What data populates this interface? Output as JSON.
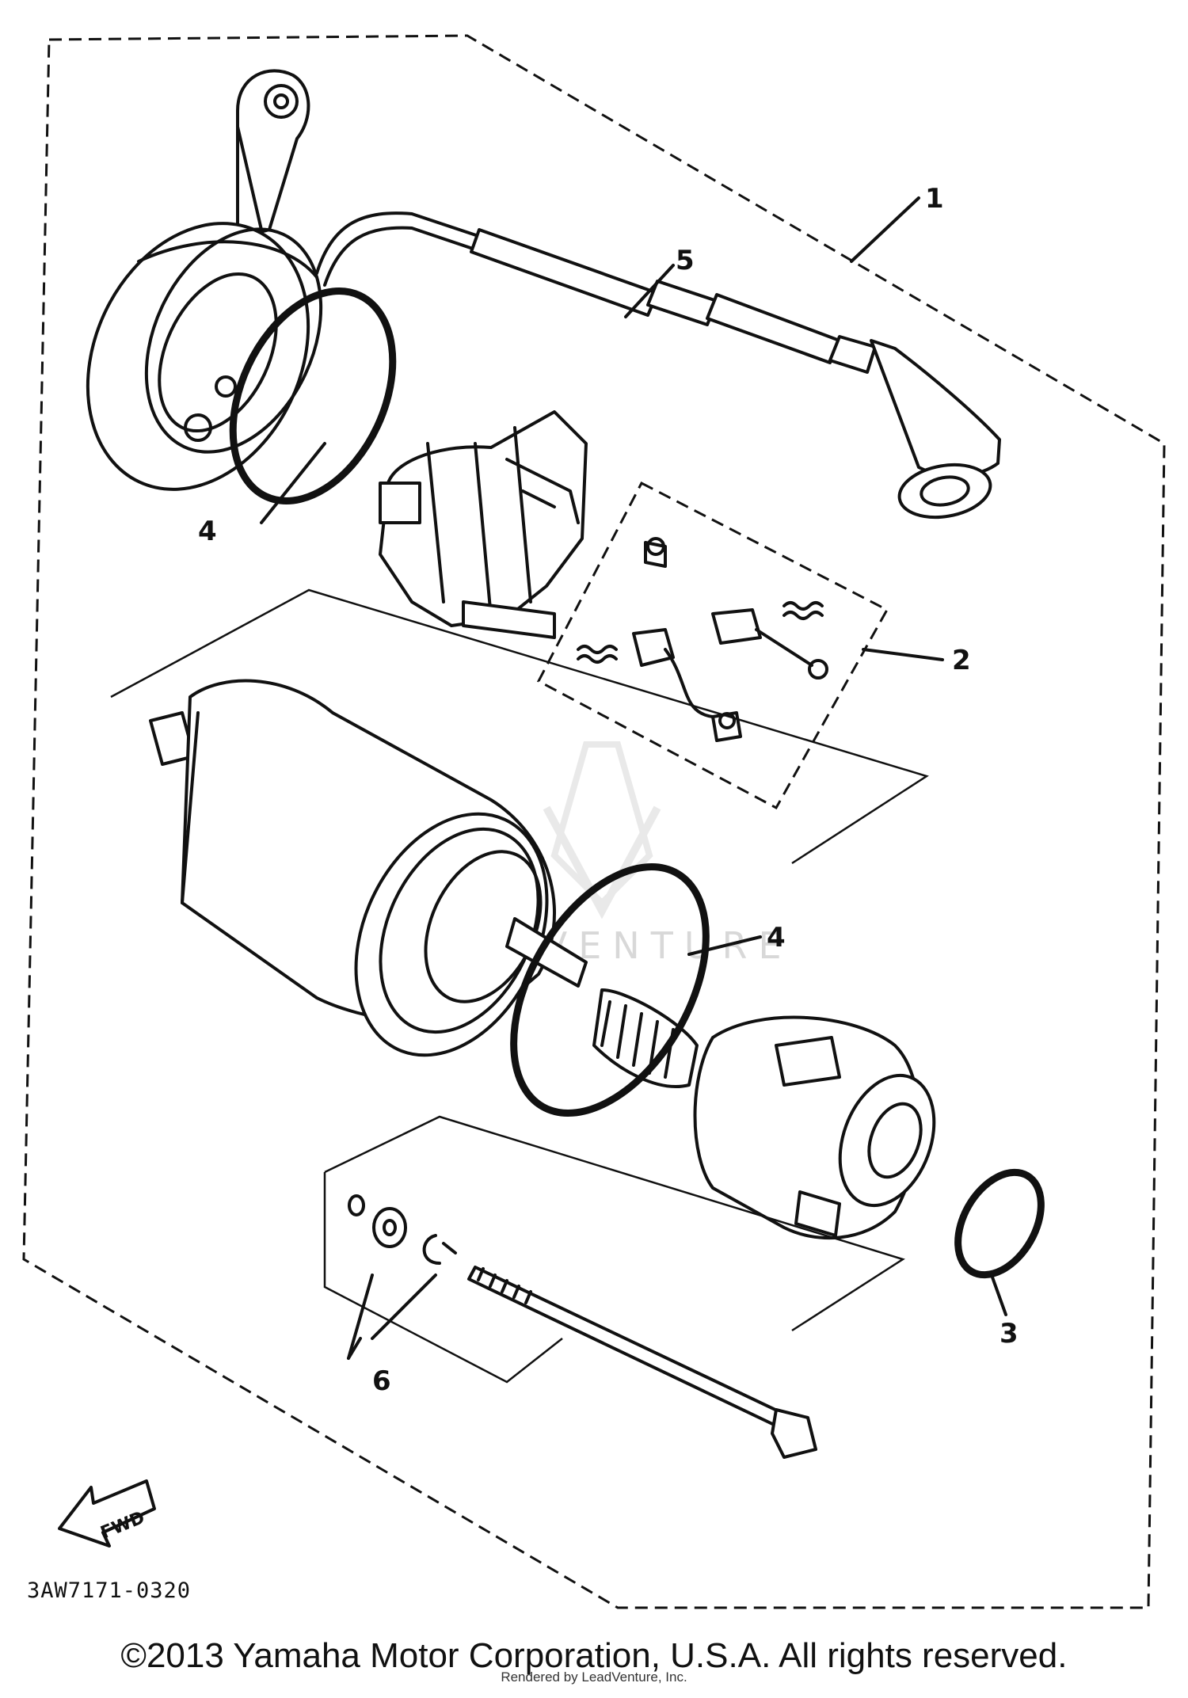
{
  "diagram": {
    "callouts": [
      {
        "id": "1",
        "text": "1"
      },
      {
        "id": "2",
        "text": "2"
      },
      {
        "id": "3",
        "text": "3"
      },
      {
        "id": "4a",
        "text": "4"
      },
      {
        "id": "4b",
        "text": "4"
      },
      {
        "id": "5",
        "text": "5"
      },
      {
        "id": "6",
        "text": "6"
      }
    ],
    "fwd_label": "FWD",
    "drawing_code": "3AW7171-0320",
    "watermark": "LEADVENTURE"
  },
  "footer": {
    "copyright": "©2013 Yamaha Motor Corporation, U.S.A. All rights reserved.",
    "rendered_by": "Rendered by LeadVenture, Inc."
  }
}
